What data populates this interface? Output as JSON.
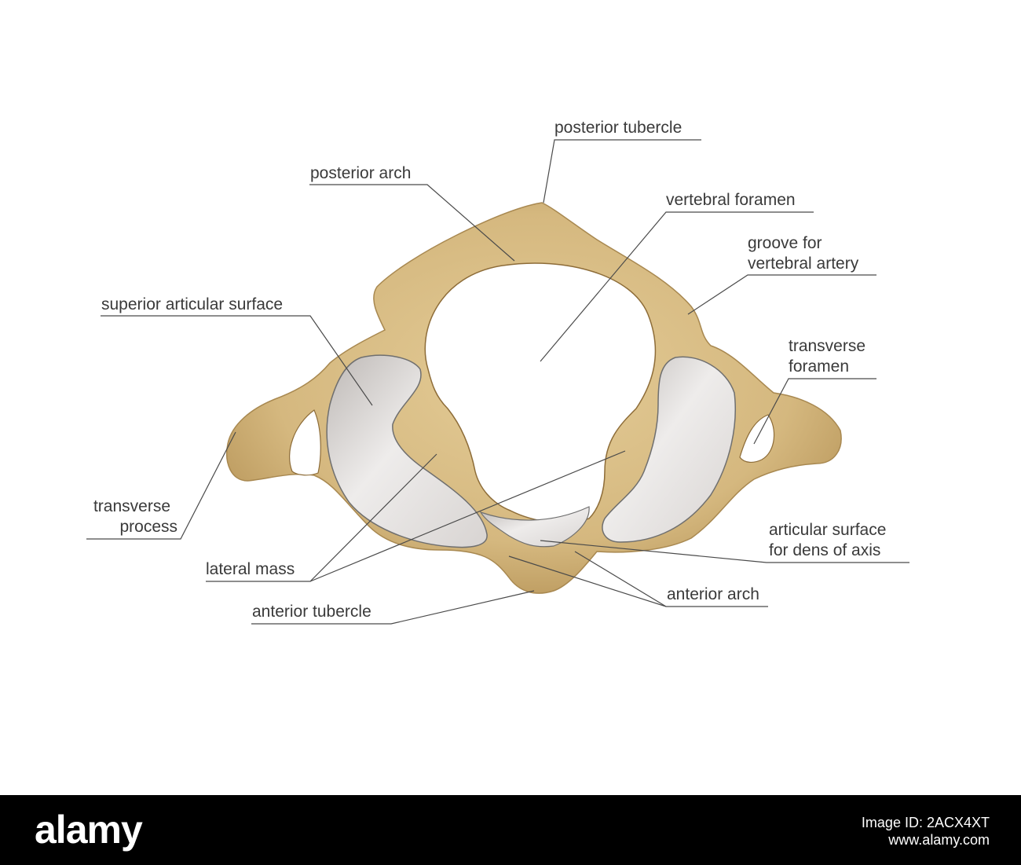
{
  "labels": {
    "posterior_tubercle": "posterior tubercle",
    "posterior_arch": "posterior arch",
    "vertebral_foramen": "vertebral foramen",
    "groove_line1": "groove for",
    "groove_line2": "vertebral artery",
    "superior_articular_surface": "superior articular surface",
    "transverse_foramen_line1": "transverse",
    "transverse_foramen_line2": "foramen",
    "transverse_process_line1": "transverse",
    "transverse_process_line2": "process",
    "articular_dens_line1": "articular surface",
    "articular_dens_line2": "for dens of axis",
    "lateral_mass": "lateral mass",
    "anterior_arch": "anterior arch",
    "anterior_tubercle": "anterior tubercle"
  },
  "footer": {
    "brand": "alamy",
    "image_id": "Image ID: 2ACX4XT",
    "url": "www.alamy.com"
  },
  "colors": {
    "bone": "#d8bd86",
    "bone_shadow": "#b8965a",
    "cartilage": "#e6e3e1",
    "footer_bg": "#000000"
  }
}
